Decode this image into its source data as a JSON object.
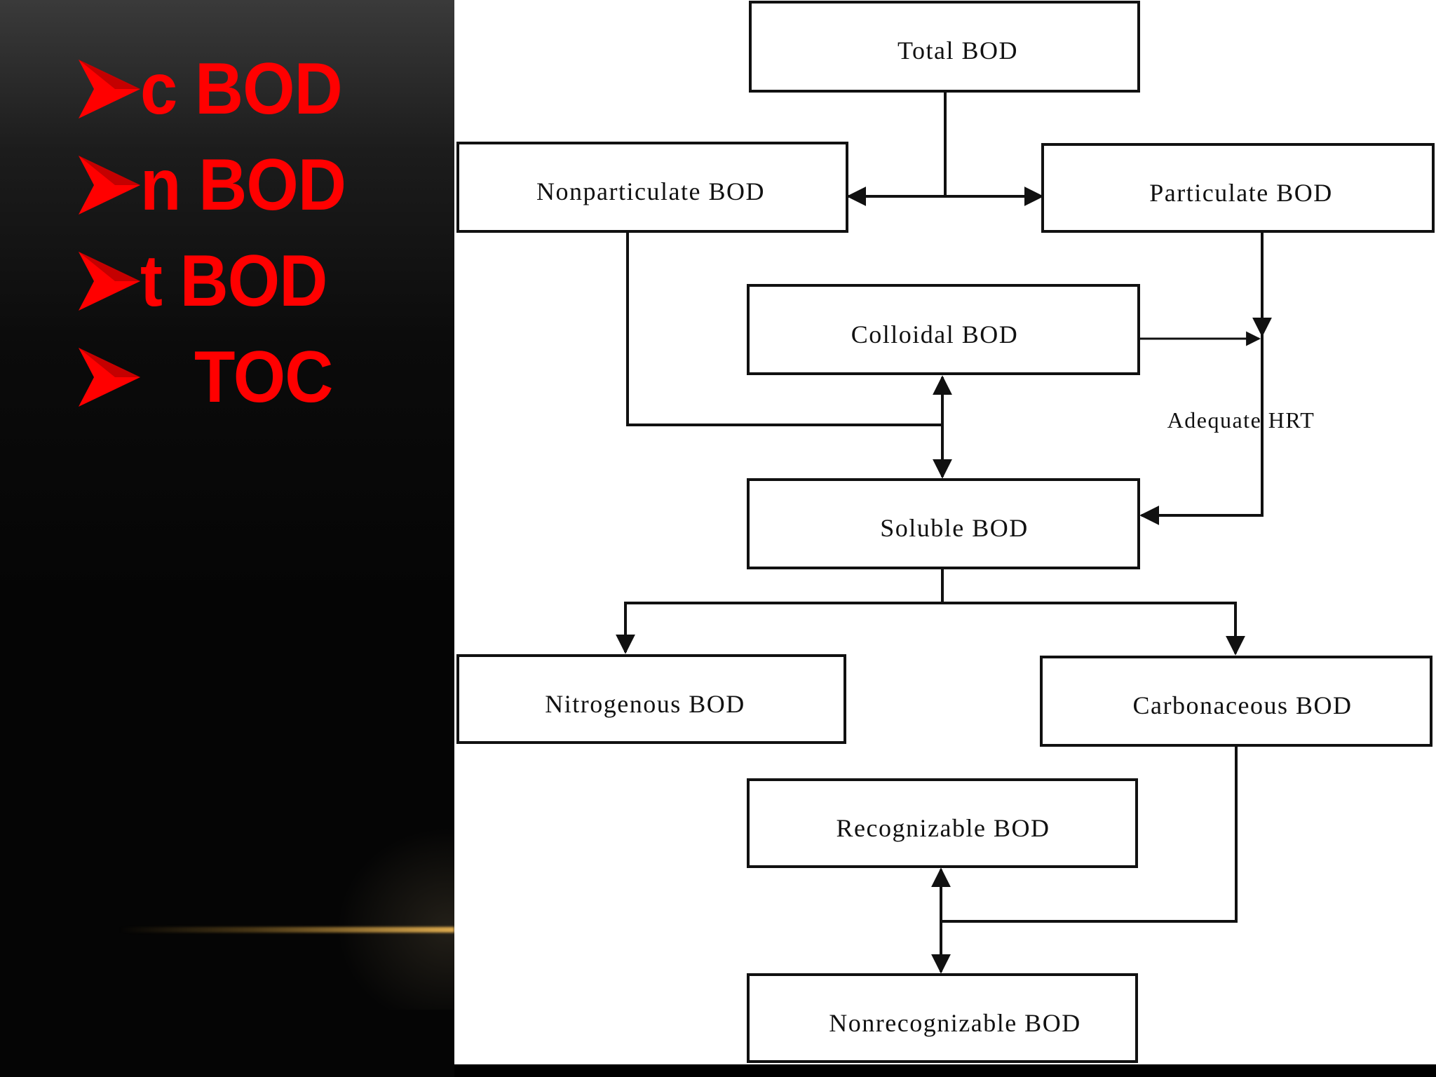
{
  "bullets": [
    {
      "text": "c BOD"
    },
    {
      "text": "n BOD"
    },
    {
      "text": "t BOD"
    },
    {
      "text": "   TOC"
    }
  ],
  "diagram": {
    "nodes": {
      "total": "Total BOD",
      "nonparticulate": "Nonparticulate BOD",
      "particulate": "Particulate BOD",
      "colloidal": "Colloidal BOD",
      "soluble": "Soluble  BOD",
      "nitrogenous": "Nitrogenous BOD",
      "carbonaceous": "Carbonaceous BOD",
      "recognizable": "Recognizable BOD",
      "nonrecognizable": "Nonrecognizable BOD"
    },
    "edge_label": "Adequate HRT"
  },
  "colors": {
    "bullet_text": "#ff0000",
    "diagram_background": "#ffffff",
    "diagram_ink": "#111111"
  }
}
